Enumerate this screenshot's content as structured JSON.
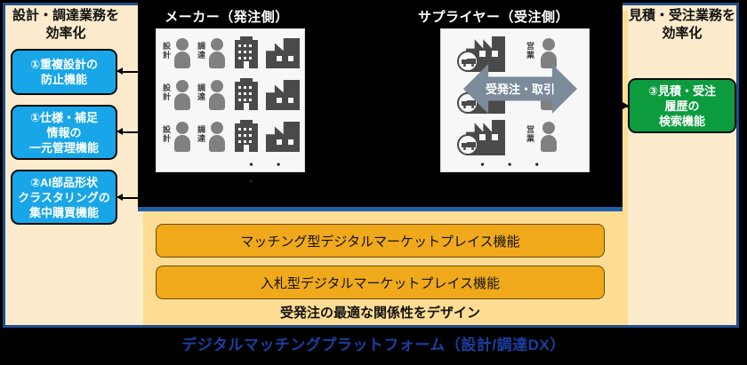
{
  "left_panel": {
    "title": "設計・調達業務を\n効率化",
    "features": [
      {
        "label": "①重複設計の\n防止機能",
        "color": "#18A6E8"
      },
      {
        "label": "①仕様・補足\n情報の\n一元管理機能",
        "color": "#18A6E8"
      },
      {
        "label": "②AI部品形状\nクラスタリングの\n集中購買機能",
        "color": "#18A6E8"
      }
    ]
  },
  "right_panel": {
    "title": "見積・受注業務を\n効率化",
    "features": [
      {
        "label": "③見積・受注\n履歴の\n検索機能",
        "color": "#0C9C3E"
      }
    ]
  },
  "center": {
    "maker": {
      "title": "メーカー（発注側）",
      "roles": [
        "設計",
        "調達"
      ],
      "row_count": 3,
      "ellipsis": "・ ・ ・",
      "icons": [
        "person-icon",
        "person-icon",
        "office-building-icon",
        "factory-icon"
      ]
    },
    "supplier": {
      "title": "サプライヤー（受注側）",
      "roles": [
        "営業"
      ],
      "row_count": 3,
      "ellipsis": "・ ・ ・",
      "icons": [
        "factory-icon",
        "truck-badge-icon",
        "person-icon"
      ]
    },
    "exchange_arrow": {
      "label": "受発注・取引",
      "color": "#7C8B99",
      "direction": "bidirectional"
    }
  },
  "platform": {
    "buttons": [
      "マッチング型デジタルマーケットプレイス機能",
      "入札型デジタルマーケットプレイス機能"
    ],
    "tagline": "受発注の最適な関係性をデザイン",
    "button_color": "#F0A91A"
  },
  "caption": "デジタルマッチングプラットフォーム（設計/調達DX）",
  "colors": {
    "frame_border": "#1F4E88",
    "cream": "#FCEBCC",
    "band": "#FDDD93",
    "panel_black": "#000000",
    "caption_blue": "#1B3FA0"
  }
}
